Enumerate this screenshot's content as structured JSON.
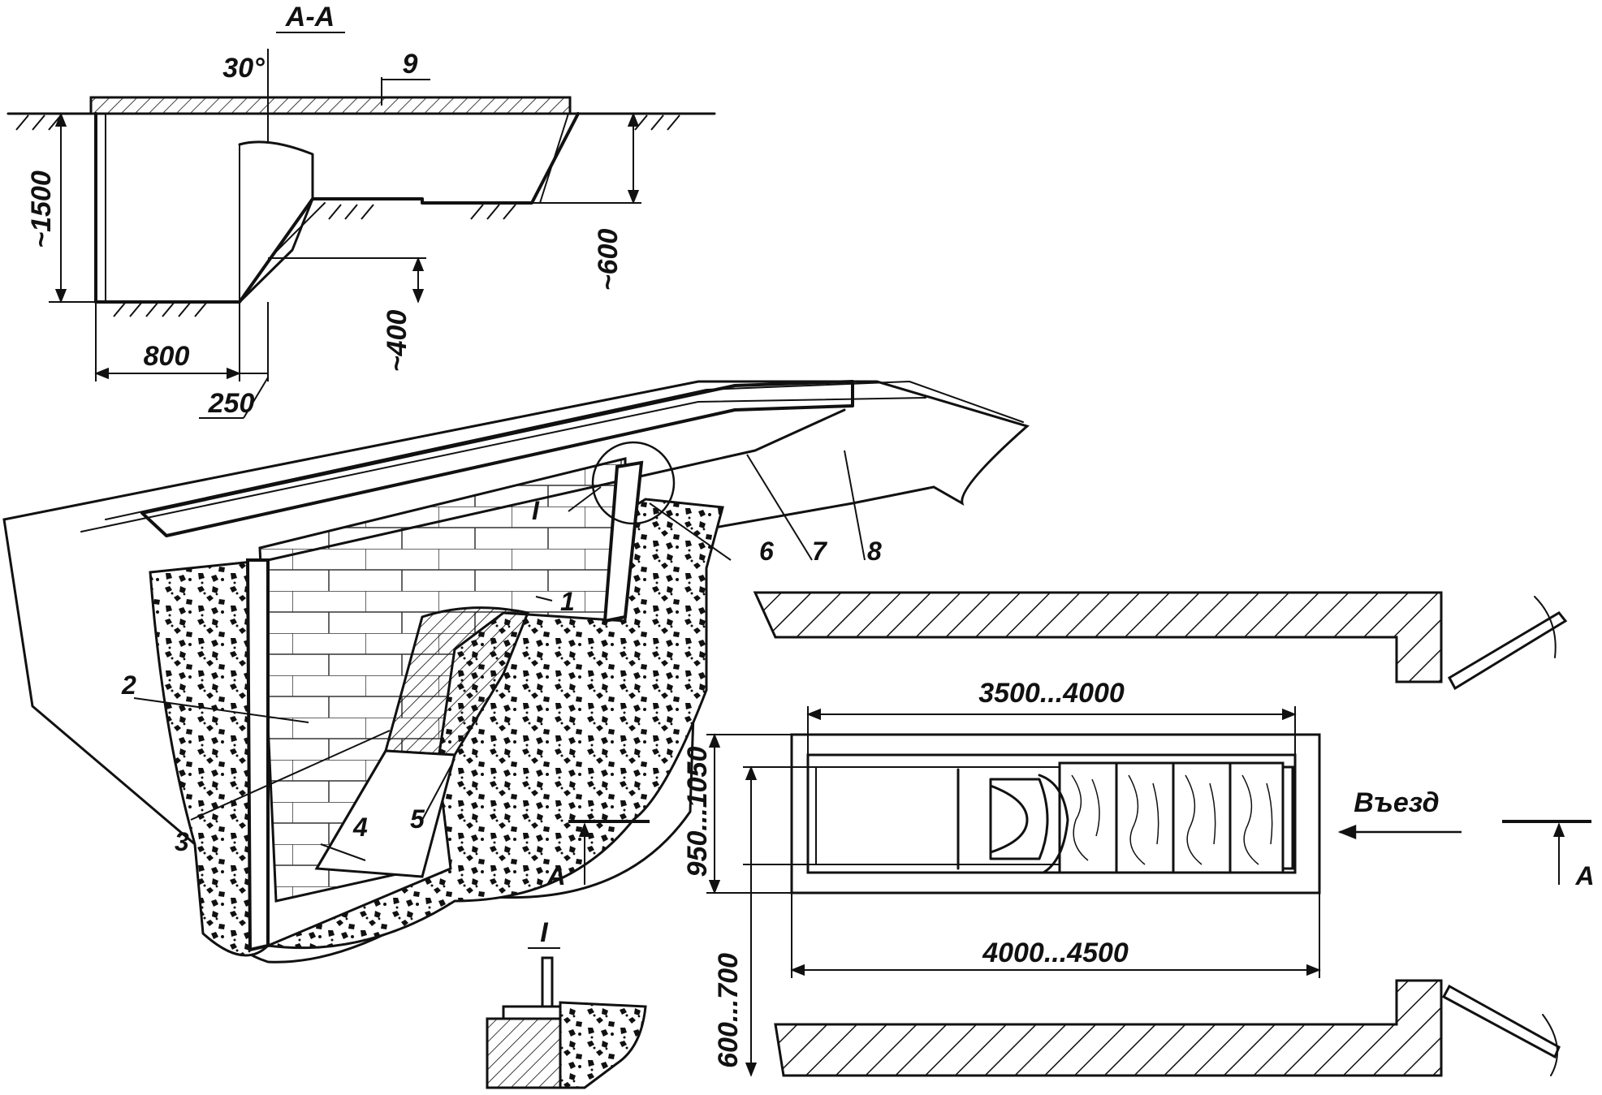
{
  "section": {
    "title": "А-А",
    "angle": "30°",
    "part9": "9",
    "dim_depth": "~1500",
    "dim_shallow": "~600",
    "dim_step": "~400",
    "dim_width": "800",
    "dim_step_w": "250"
  },
  "isometric": {
    "callouts": [
      "1",
      "2",
      "3",
      "4",
      "5",
      "6",
      "7",
      "8"
    ],
    "detail_ref": "I"
  },
  "detail": {
    "title": "I"
  },
  "plan": {
    "dim_inner_len": "3500...4000",
    "dim_outer_len": "4000...4500",
    "dim_width": "950...1050",
    "dim_gap": "600...700",
    "entry_label": "Въезд",
    "section_mark_left": "А",
    "section_mark_right": "А"
  },
  "colors": {
    "ink": "#111111",
    "paper": "#ffffff",
    "soil": "#2a2a2a"
  }
}
